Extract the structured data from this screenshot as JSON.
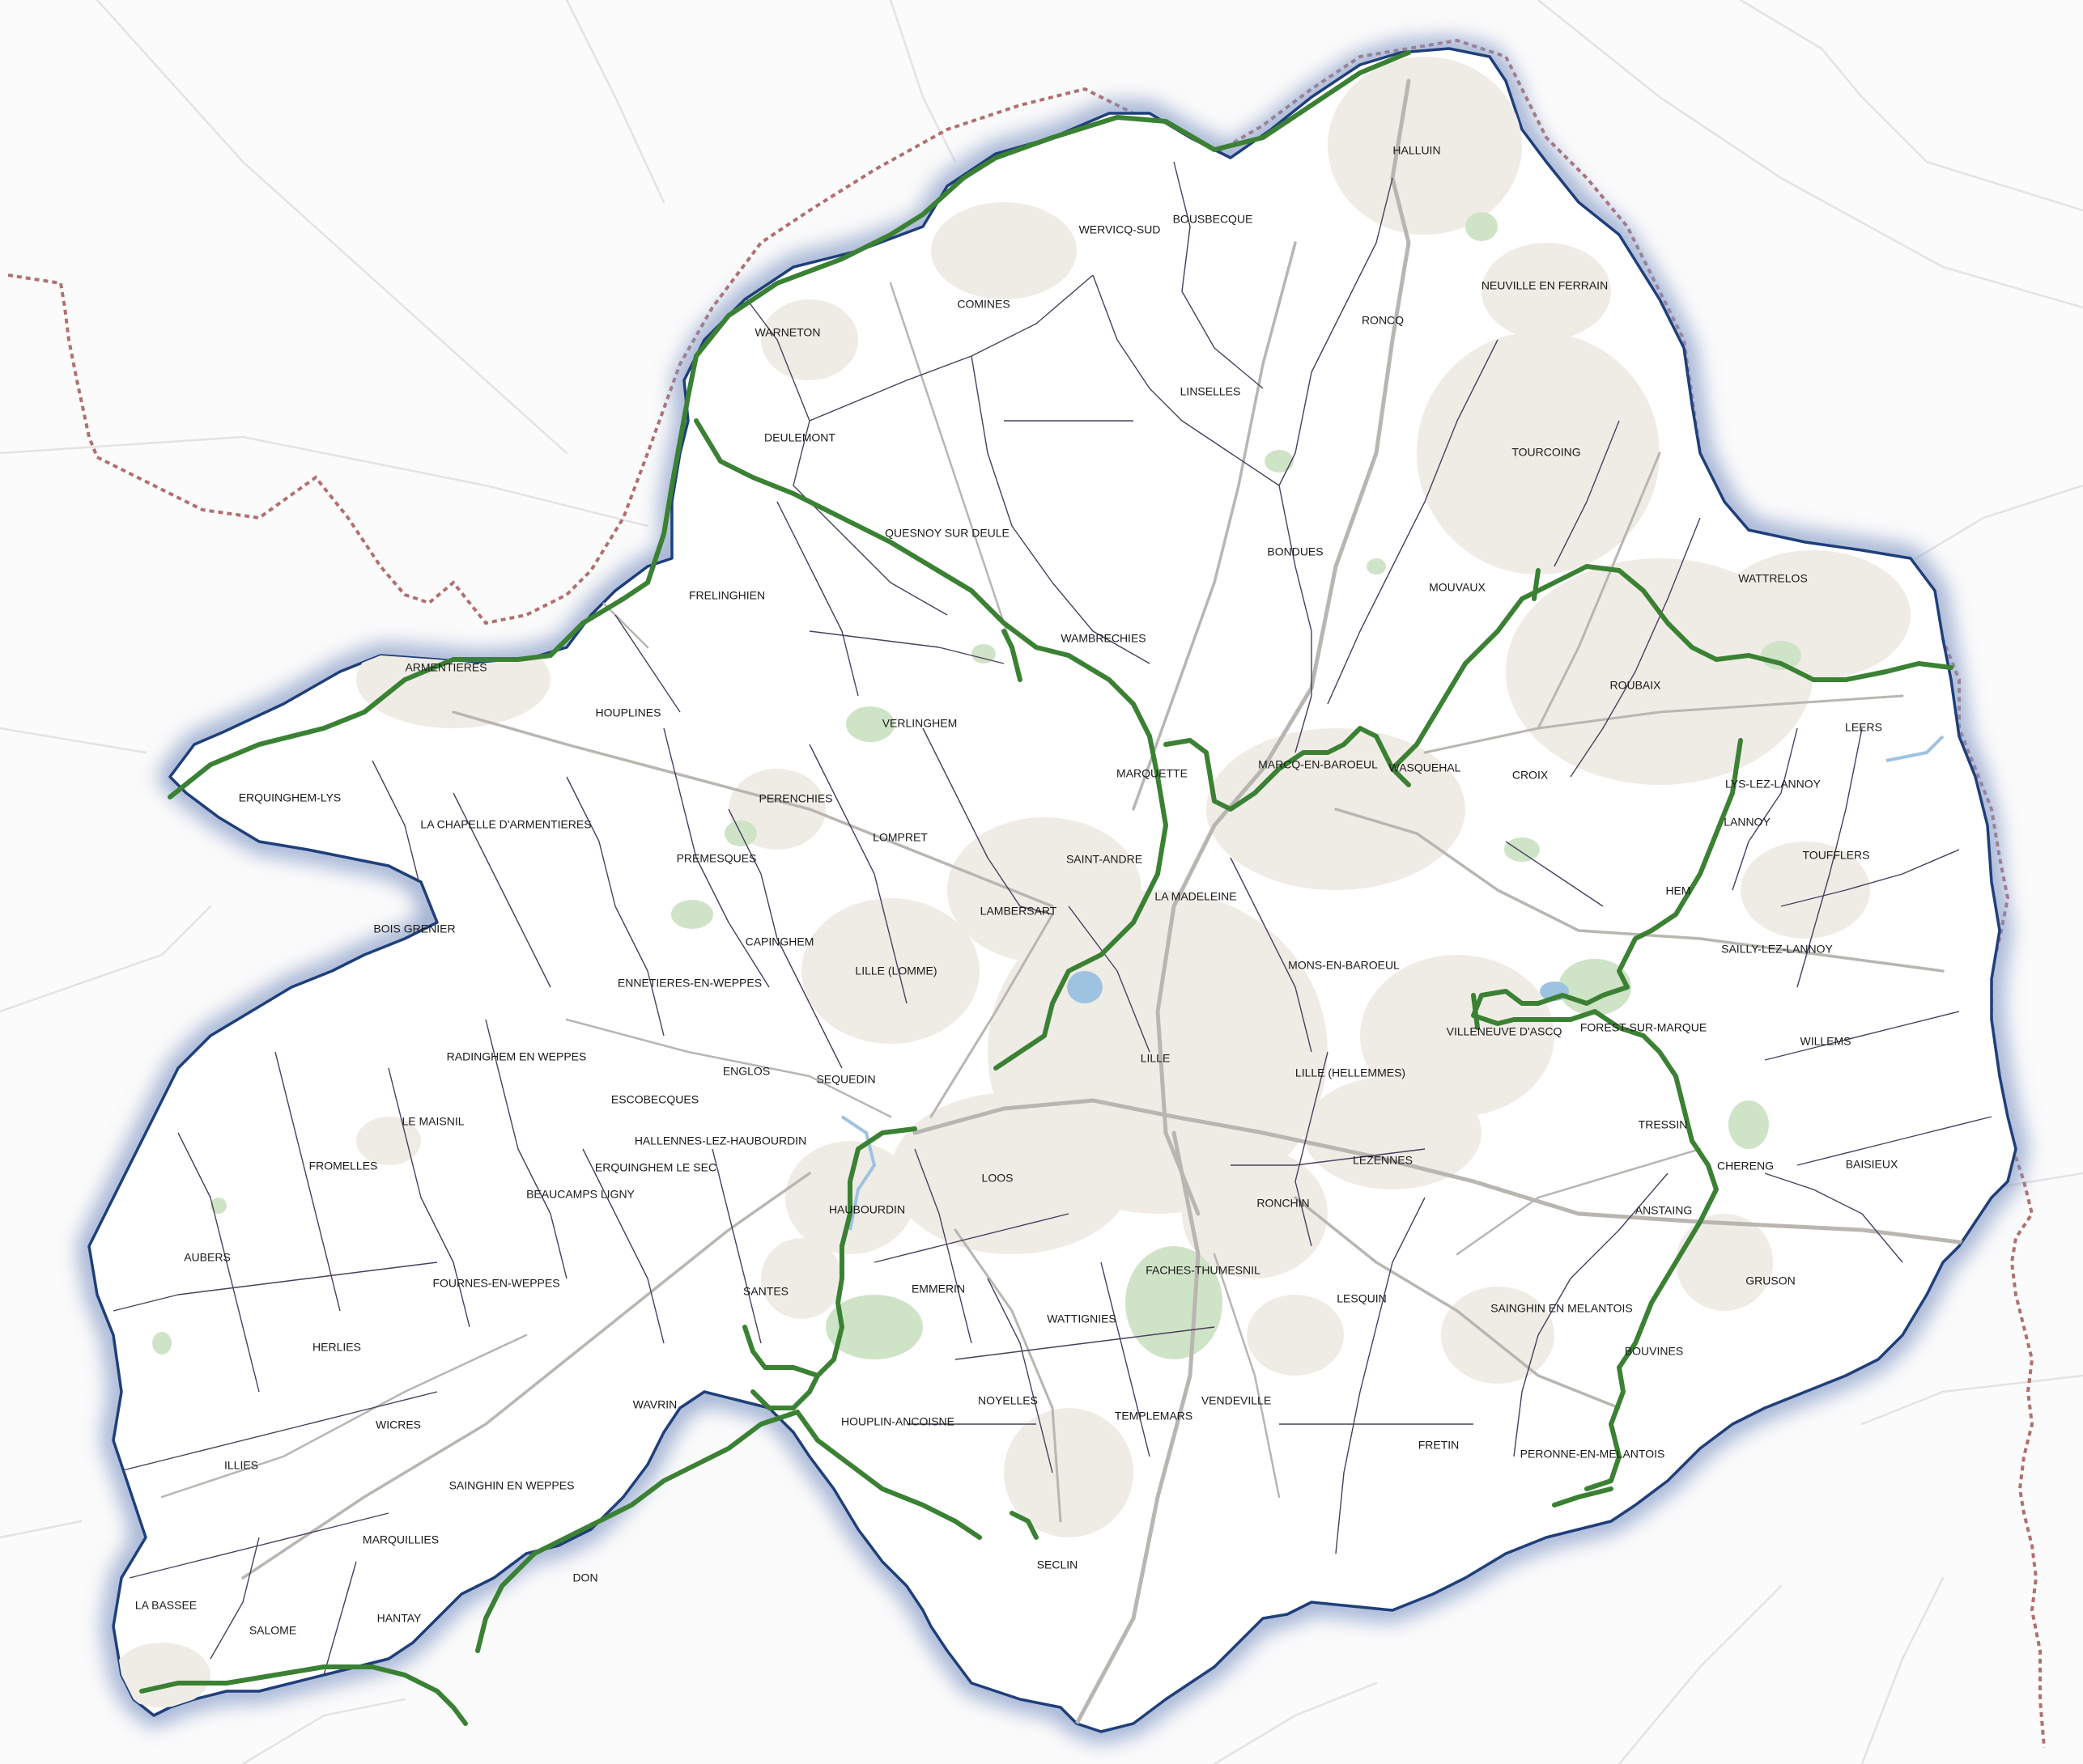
{
  "map": {
    "colors": {
      "background": "#fbfbfb",
      "outside_roads": "#e3e3e3",
      "territory_fill": "#ffffff",
      "territory_halo": "#7f95c4",
      "territory_border": "#1f3f7a",
      "urban_fill": "#efece6",
      "park_fill": "#cfe3c7",
      "water": "#9ec3e0",
      "roads": "#b9b6b2",
      "commune_borders": "#4a3f5c",
      "green_network": "#3b8134",
      "national_border": "#b07070"
    },
    "communes": [
      {
        "id": "halluin",
        "name": "HALLUIN"
      },
      {
        "id": "wervicq-sud",
        "name": "WERVICQ-SUD"
      },
      {
        "id": "bousbecque",
        "name": "BOUSBECQUE"
      },
      {
        "id": "neuville-en-ferrain",
        "name": "NEUVILLE EN FERRAIN"
      },
      {
        "id": "comines",
        "name": "COMINES"
      },
      {
        "id": "roncq",
        "name": "RONCQ"
      },
      {
        "id": "warneton",
        "name": "WARNETON"
      },
      {
        "id": "linselles",
        "name": "LINSELLES"
      },
      {
        "id": "deulemont",
        "name": "DEULEMONT"
      },
      {
        "id": "tourcoing",
        "name": "TOURCOING"
      },
      {
        "id": "quesnoy-sur-deule",
        "name": "QUESNOY SUR DEULE"
      },
      {
        "id": "bondues",
        "name": "BONDUES"
      },
      {
        "id": "wattrelos",
        "name": "WATTRELOS"
      },
      {
        "id": "mouvaux",
        "name": "MOUVAUX"
      },
      {
        "id": "frelinghien",
        "name": "FRELINGHIEN"
      },
      {
        "id": "wambrechies",
        "name": "WAMBRECHIES"
      },
      {
        "id": "armentieres",
        "name": "ARMENTIERES"
      },
      {
        "id": "roubaix",
        "name": "ROUBAIX"
      },
      {
        "id": "houplines",
        "name": "HOUPLINES"
      },
      {
        "id": "verlinghem",
        "name": "VERLINGHEM"
      },
      {
        "id": "leers",
        "name": "LEERS"
      },
      {
        "id": "marquette",
        "name": "MARQUETTE"
      },
      {
        "id": "marcq-en-baroeul",
        "name": "MARCQ-EN-BAROEUL"
      },
      {
        "id": "wasquehal",
        "name": "WASQUEHAL"
      },
      {
        "id": "croix",
        "name": "CROIX"
      },
      {
        "id": "lys-lez-lannoy",
        "name": "LYS-LEZ-LANNOY"
      },
      {
        "id": "erquinghem-lys",
        "name": "ERQUINGHEM-LYS"
      },
      {
        "id": "perenchies",
        "name": "PERENCHIES"
      },
      {
        "id": "lannoy",
        "name": "LANNOY"
      },
      {
        "id": "la-chapelle-d-armentieres",
        "name": "LA CHAPELLE D'ARMENTIERES"
      },
      {
        "id": "lompret",
        "name": "LOMPRET"
      },
      {
        "id": "saint-andre",
        "name": "SAINT-ANDRE"
      },
      {
        "id": "toufflers",
        "name": "TOUFFLERS"
      },
      {
        "id": "premesques",
        "name": "PREMESQUES"
      },
      {
        "id": "hem",
        "name": "HEM"
      },
      {
        "id": "la-madeleine",
        "name": "LA MADELEINE"
      },
      {
        "id": "lambersart",
        "name": "LAMBERSART"
      },
      {
        "id": "bois-grenier",
        "name": "BOIS GRENIER"
      },
      {
        "id": "capinghem",
        "name": "CAPINGHEM"
      },
      {
        "id": "sailly-lez-lannoy",
        "name": "SAILLY-LEZ-LANNOY"
      },
      {
        "id": "mons-en-baroeul",
        "name": "MONS-EN-BAROEUL"
      },
      {
        "id": "lille-lomme",
        "name": "LILLE (LOMME)"
      },
      {
        "id": "ennetieres-en-weppes",
        "name": "ENNETIERES-EN-WEPPES"
      },
      {
        "id": "villeneuve-d-ascq",
        "name": "VILLENEUVE D'ASCQ"
      },
      {
        "id": "forest-sur-marque",
        "name": "FOREST-SUR-MARQUE"
      },
      {
        "id": "willems",
        "name": "WILLEMS"
      },
      {
        "id": "radinghem-en-weppes",
        "name": "RADINGHEM EN WEPPES"
      },
      {
        "id": "lille",
        "name": "LILLE"
      },
      {
        "id": "englos",
        "name": "ENGLOS"
      },
      {
        "id": "lille-hellemmes",
        "name": "LILLE (HELLEMMES)"
      },
      {
        "id": "sequedin",
        "name": "SEQUEDIN"
      },
      {
        "id": "escobecques",
        "name": "ESCOBECQUES"
      },
      {
        "id": "le-maisnil",
        "name": "LE MAISNIL"
      },
      {
        "id": "tressin",
        "name": "TRESSIN"
      },
      {
        "id": "hallennes-lez-haubourdin",
        "name": "HALLENNES-LEZ-HAUBOURDIN"
      },
      {
        "id": "lezennes",
        "name": "LEZENNES"
      },
      {
        "id": "fromelles",
        "name": "FROMELLES"
      },
      {
        "id": "erquinghem-le-sec",
        "name": "ERQUINGHEM LE SEC"
      },
      {
        "id": "chereng",
        "name": "CHERENG"
      },
      {
        "id": "baisieux",
        "name": "BAISIEUX"
      },
      {
        "id": "loos",
        "name": "LOOS"
      },
      {
        "id": "beaucamps-ligny",
        "name": "BEAUCAMPS LIGNY"
      },
      {
        "id": "ronchin",
        "name": "RONCHIN"
      },
      {
        "id": "haubourdin",
        "name": "HAUBOURDIN"
      },
      {
        "id": "anstaing",
        "name": "ANSTAING"
      },
      {
        "id": "aubers",
        "name": "AUBERS"
      },
      {
        "id": "faches-thumesnil",
        "name": "FACHES-THUMESNIL"
      },
      {
        "id": "fournes-en-weppes",
        "name": "FOURNES-EN-WEPPES"
      },
      {
        "id": "gruson",
        "name": "GRUSON"
      },
      {
        "id": "santes",
        "name": "SANTES"
      },
      {
        "id": "emmerin",
        "name": "EMMERIN"
      },
      {
        "id": "lesquin",
        "name": "LESQUIN"
      },
      {
        "id": "sainghin-en-melantois",
        "name": "SAINGHIN EN MELANTOIS"
      },
      {
        "id": "wattignies",
        "name": "WATTIGNIES"
      },
      {
        "id": "herlies",
        "name": "HERLIES"
      },
      {
        "id": "bouvines",
        "name": "BOUVINES"
      },
      {
        "id": "noyelles",
        "name": "NOYELLES"
      },
      {
        "id": "vendeville",
        "name": "VENDEVILLE"
      },
      {
        "id": "wavrin",
        "name": "WAVRIN"
      },
      {
        "id": "templemars",
        "name": "TEMPLEMARS"
      },
      {
        "id": "houplin-ancoisne",
        "name": "HOUPLIN-ANCOISNE"
      },
      {
        "id": "wicres",
        "name": "WICRES"
      },
      {
        "id": "fretin",
        "name": "FRETIN"
      },
      {
        "id": "illies",
        "name": "ILLIES"
      },
      {
        "id": "peronne-en-melantois",
        "name": "PERONNE-EN-MELANTOIS"
      },
      {
        "id": "sainghin-en-weppes",
        "name": "SAINGHIN EN WEPPES"
      },
      {
        "id": "marquillies",
        "name": "MARQUILLIES"
      },
      {
        "id": "seclin",
        "name": "SECLIN"
      },
      {
        "id": "don",
        "name": "DON"
      },
      {
        "id": "la-bassee",
        "name": "LA BASSEE"
      },
      {
        "id": "hantay",
        "name": "HANTAY"
      },
      {
        "id": "salome",
        "name": "SALOME"
      }
    ]
  }
}
